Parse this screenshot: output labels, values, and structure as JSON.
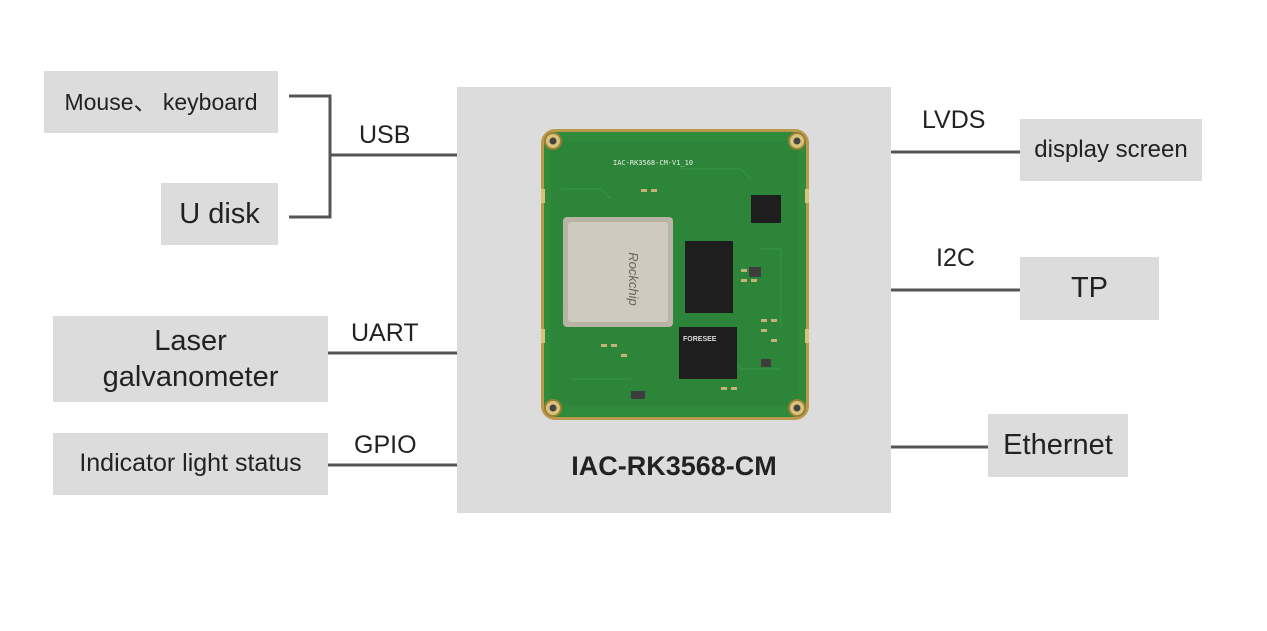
{
  "peripherals": {
    "mouse_keyboard": "Mouse、 keyboard",
    "udisk": "U disk",
    "laser_line1": "Laser",
    "laser_line2": "galvanometer",
    "indicator": "Indicator light status",
    "display": "display screen",
    "tp": "TP",
    "ethernet": "Ethernet"
  },
  "interfaces": {
    "usb": "USB",
    "uart": "UART",
    "gpio": "GPIO",
    "lvds": "LVDS",
    "i2c": "I2C"
  },
  "module": {
    "name": "IAC-RK3568-CM",
    "silkscreen": "IAC-RK3568-CM-V1_10",
    "soc_marking": "Rockchip",
    "flash_marking": "FORESEE"
  },
  "colors": {
    "box": "#dcdcdc",
    "line": "#555555",
    "pcb": "#2f8a3a",
    "pcb_dark": "#236b2c",
    "pcb_edge": "#b89a4a",
    "soc": "#cfcac0",
    "chip": "#1e1e1e"
  }
}
